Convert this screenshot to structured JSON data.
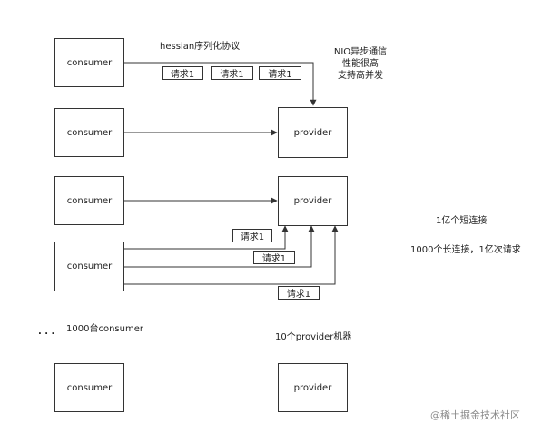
{
  "nodes": {
    "consumer": "consumer",
    "provider": "provider"
  },
  "request_label": "请求1",
  "labels": {
    "hessian": "hessian序列化协议",
    "nio_1": "NIO异步通信",
    "nio_2": "性能很高",
    "nio_3": "支持高并发",
    "short_conn": "1亿个短连接",
    "long_conn": "1000个长连接，1亿次请求",
    "dots": ". . .",
    "consumers_1000": "1000台consumer",
    "providers_10": "10个provider机器",
    "watermark": "@稀土掘金技术社区"
  }
}
